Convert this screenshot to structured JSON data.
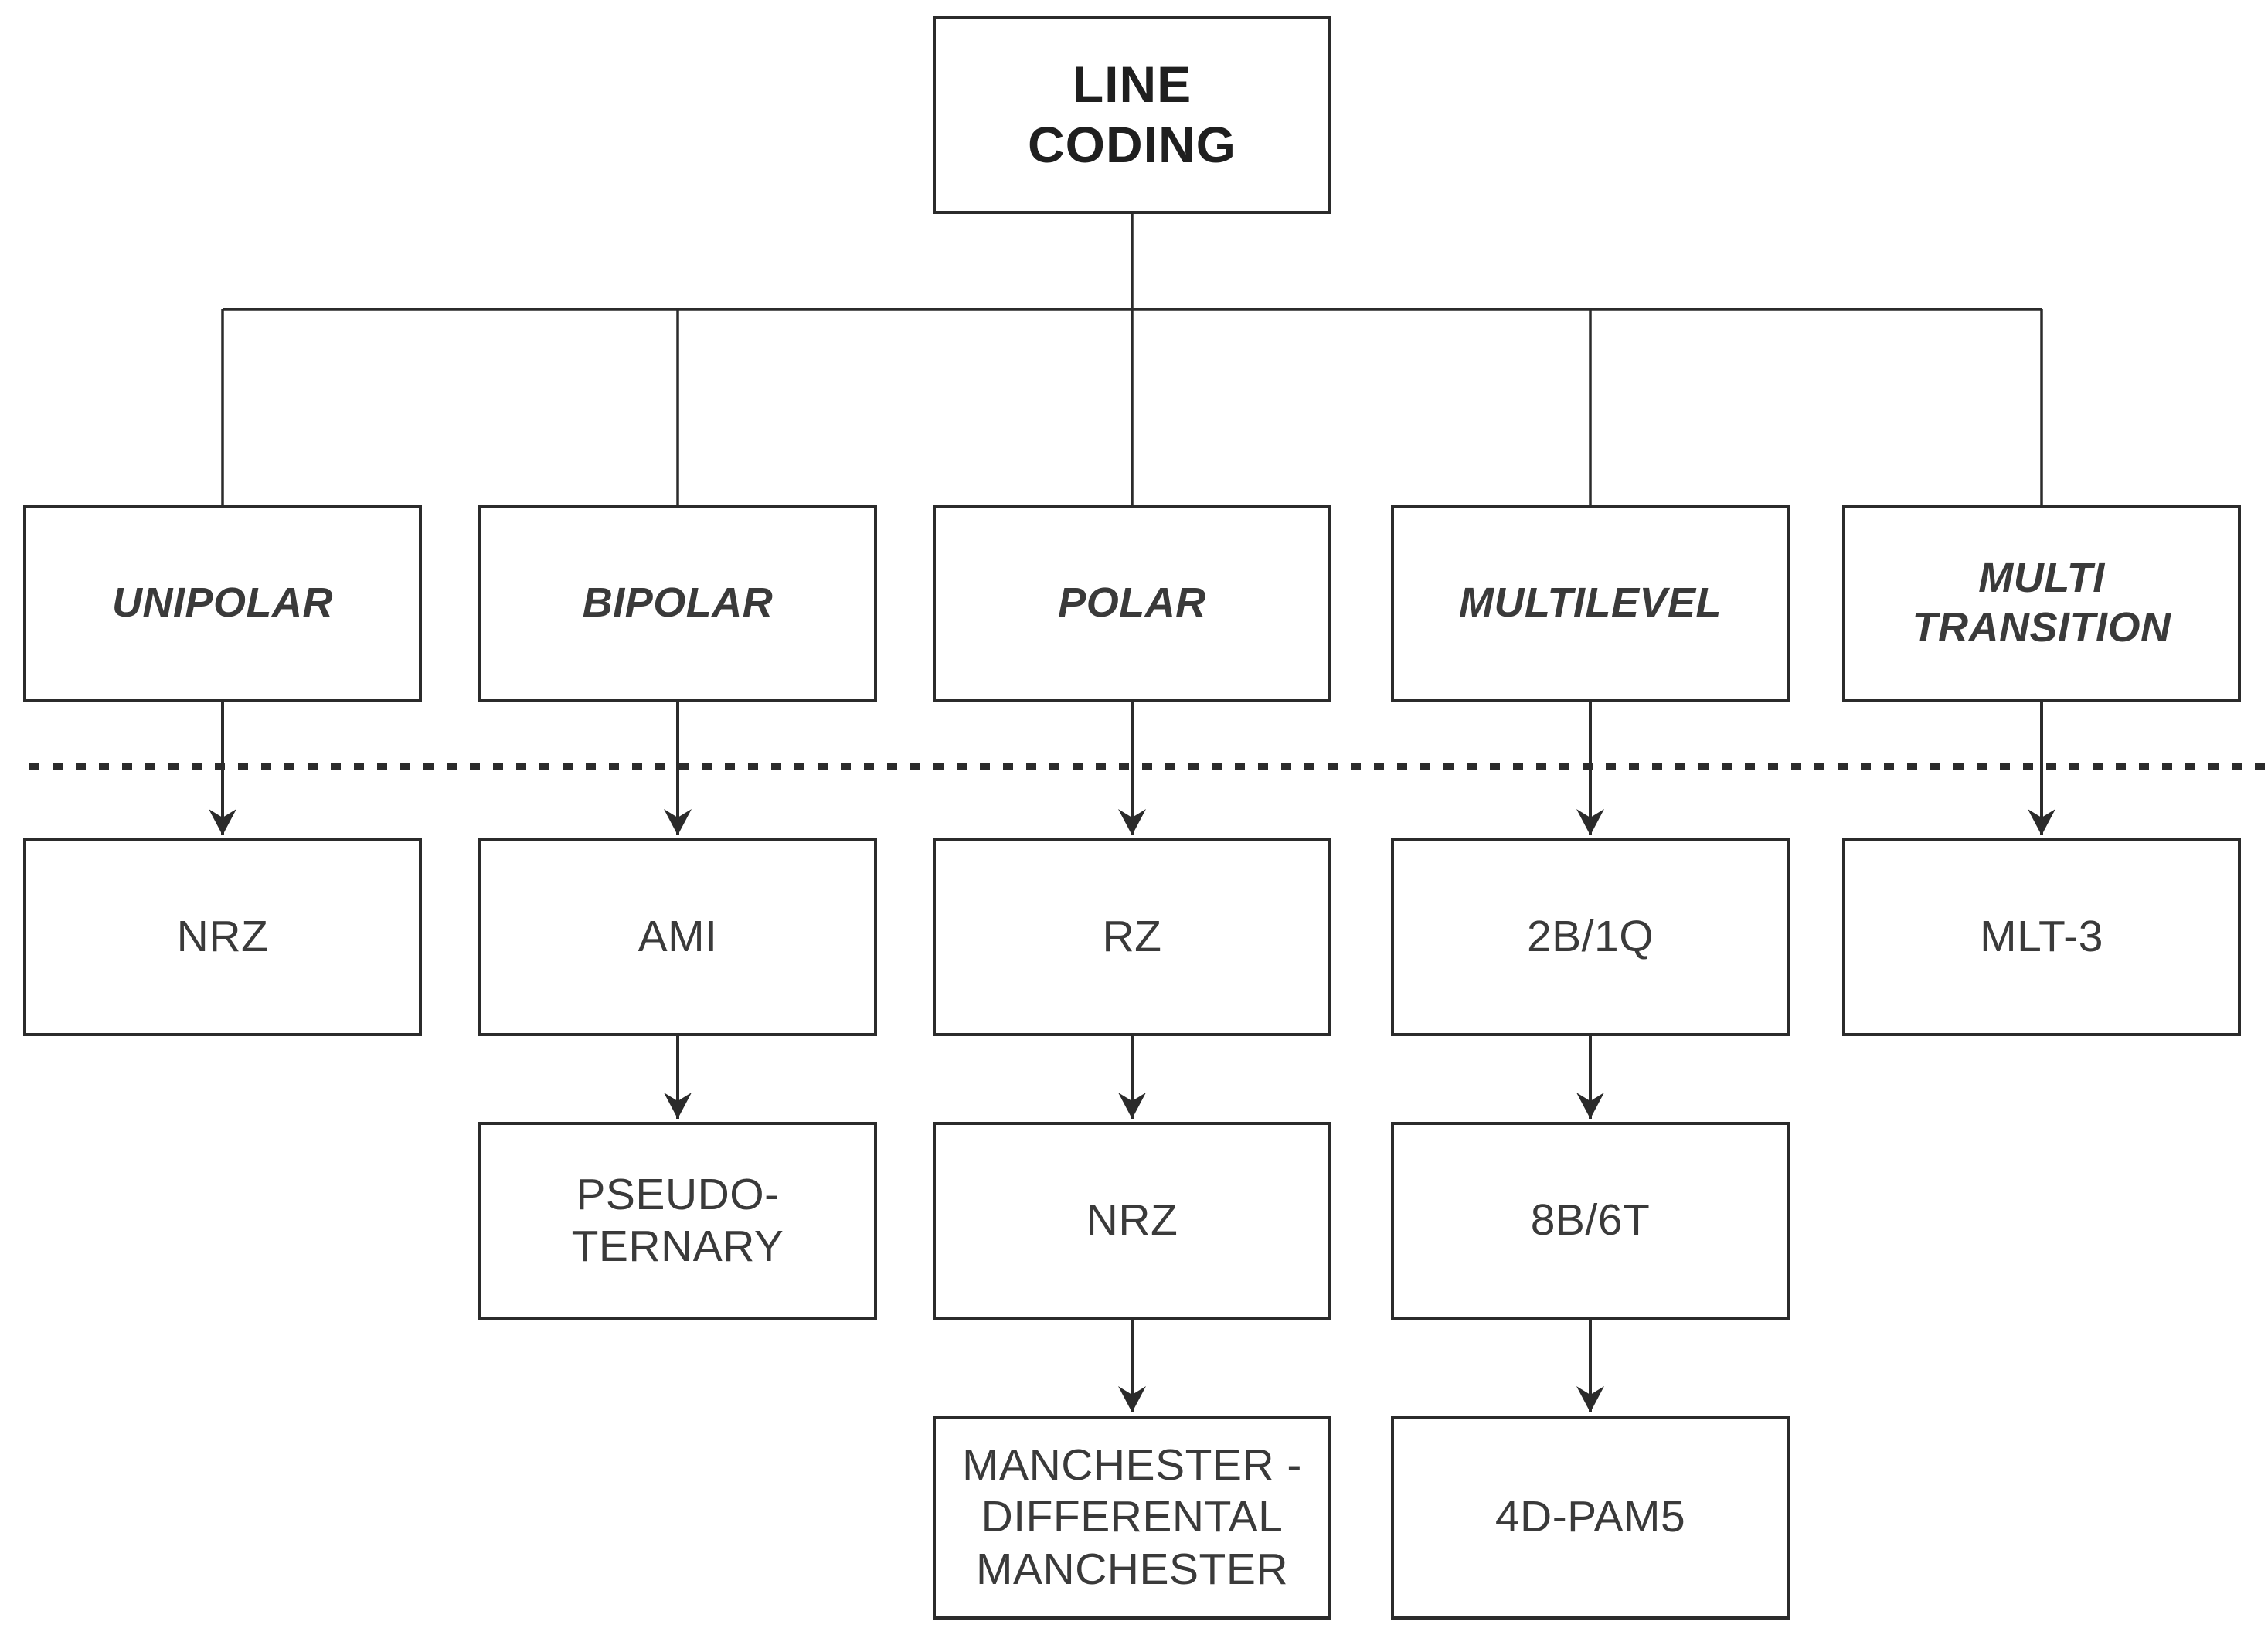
{
  "diagram": {
    "title": "LINE CODING",
    "root": {
      "label": "LINE\nCODING"
    },
    "separator": {
      "style": "dashed",
      "purpose": "divides category level from scheme level"
    },
    "categories": [
      {
        "label": "UNIPOLAR",
        "children": [
          "NRZ"
        ]
      },
      {
        "label": "BIPOLAR",
        "children": [
          "AMI",
          "PSEUDO-TERNARY"
        ]
      },
      {
        "label": "POLAR",
        "children": [
          "RZ",
          "NRZ",
          "MANCHESTER -\nDIFFERENTAL\nMANCHESTER"
        ]
      },
      {
        "label": "MULTILEVEL",
        "children": [
          "2B/1Q",
          "8B/6T",
          "4D-PAM5"
        ]
      },
      {
        "label": "MULTI\nTRANSITION",
        "children": [
          "MLT-3"
        ]
      }
    ]
  },
  "style": {
    "ink": "#2b2b2b",
    "text": "#3a3a3a",
    "paper": "#ffffff"
  }
}
